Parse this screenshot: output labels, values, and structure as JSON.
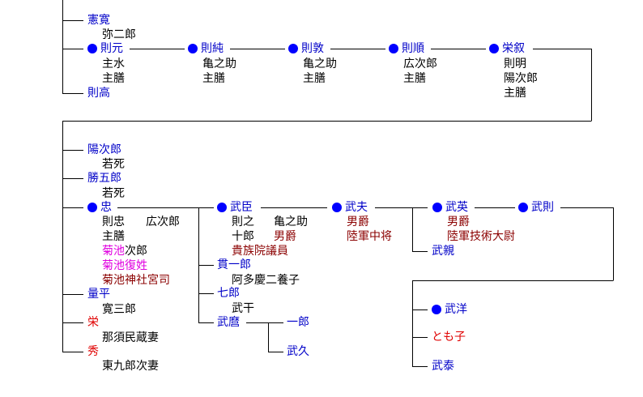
{
  "row1": {
    "kenkan": "憲寛",
    "kenkan_note": "弥二郎",
    "norimoto": "則元",
    "norimoto_notes": [
      "主水",
      "主膳"
    ],
    "noritaka": "則高",
    "norizumi": "則純",
    "norizumi_notes": [
      "亀之助",
      "主膳"
    ],
    "noriatsu": "則敦",
    "noriatsu_notes": [
      "亀之助",
      "主膳"
    ],
    "norijun": "則順",
    "norijun_notes": [
      "広次郎",
      "主膳"
    ],
    "eijo": "栄叙",
    "eijo_notes": [
      "則明",
      "陽次郎",
      "主膳"
    ]
  },
  "row2": {
    "yojiro": "陽次郎",
    "yojiro_note": "若死",
    "shogoro": "勝五郎",
    "shogoro_note": "若死",
    "tadashi": "忠",
    "tadashi_note1_a": "則忠",
    "tadashi_note1_b": "広次郎",
    "tadashi_note2": "主膳",
    "tadashi_pink1_a": "菊池",
    "tadashi_pink1_b": "次郎",
    "tadashi_pink2": "菊池復姓",
    "tadashi_dark": "菊池神社宮司",
    "ryohei": "量平",
    "ryohei_note": "寛三郎",
    "sakae": "栄",
    "sakae_note": "那須民蔵妻",
    "hide": "秀",
    "hide_note": "東九郎次妻"
  },
  "row3": {
    "takeomi": "武臣",
    "takeomi_note_a": "則之",
    "takeomi_note_b": "亀之助",
    "takeomi_note_c": "十郎",
    "takeomi_rank": "男爵",
    "takeomi_title": "貴族院議員",
    "kanichiro": "貫一郎",
    "kanichiro_note": "阿多慶二養子",
    "shichiro": "七郎",
    "shichiro_note": "武干",
    "takemaro": "武麿",
    "ichiro": "一郎",
    "takehisa": "武久",
    "takeo": "武夫",
    "takeo_rank": "男爵",
    "takeo_title": "陸軍中将",
    "takefusa": "武英",
    "takefusa_rank": "男爵",
    "takefusa_title": "陸軍技術大尉",
    "takechika": "武親",
    "takenori": "武則",
    "takehiro": "武洋",
    "tomoko": "とも子",
    "takeyasu": "武泰"
  },
  "colors": {
    "name": "#0000c8",
    "female": "#e00000",
    "title": "#8b0000",
    "adopted": "#e000e0",
    "dot": "#0000ff",
    "line": "#000000"
  }
}
